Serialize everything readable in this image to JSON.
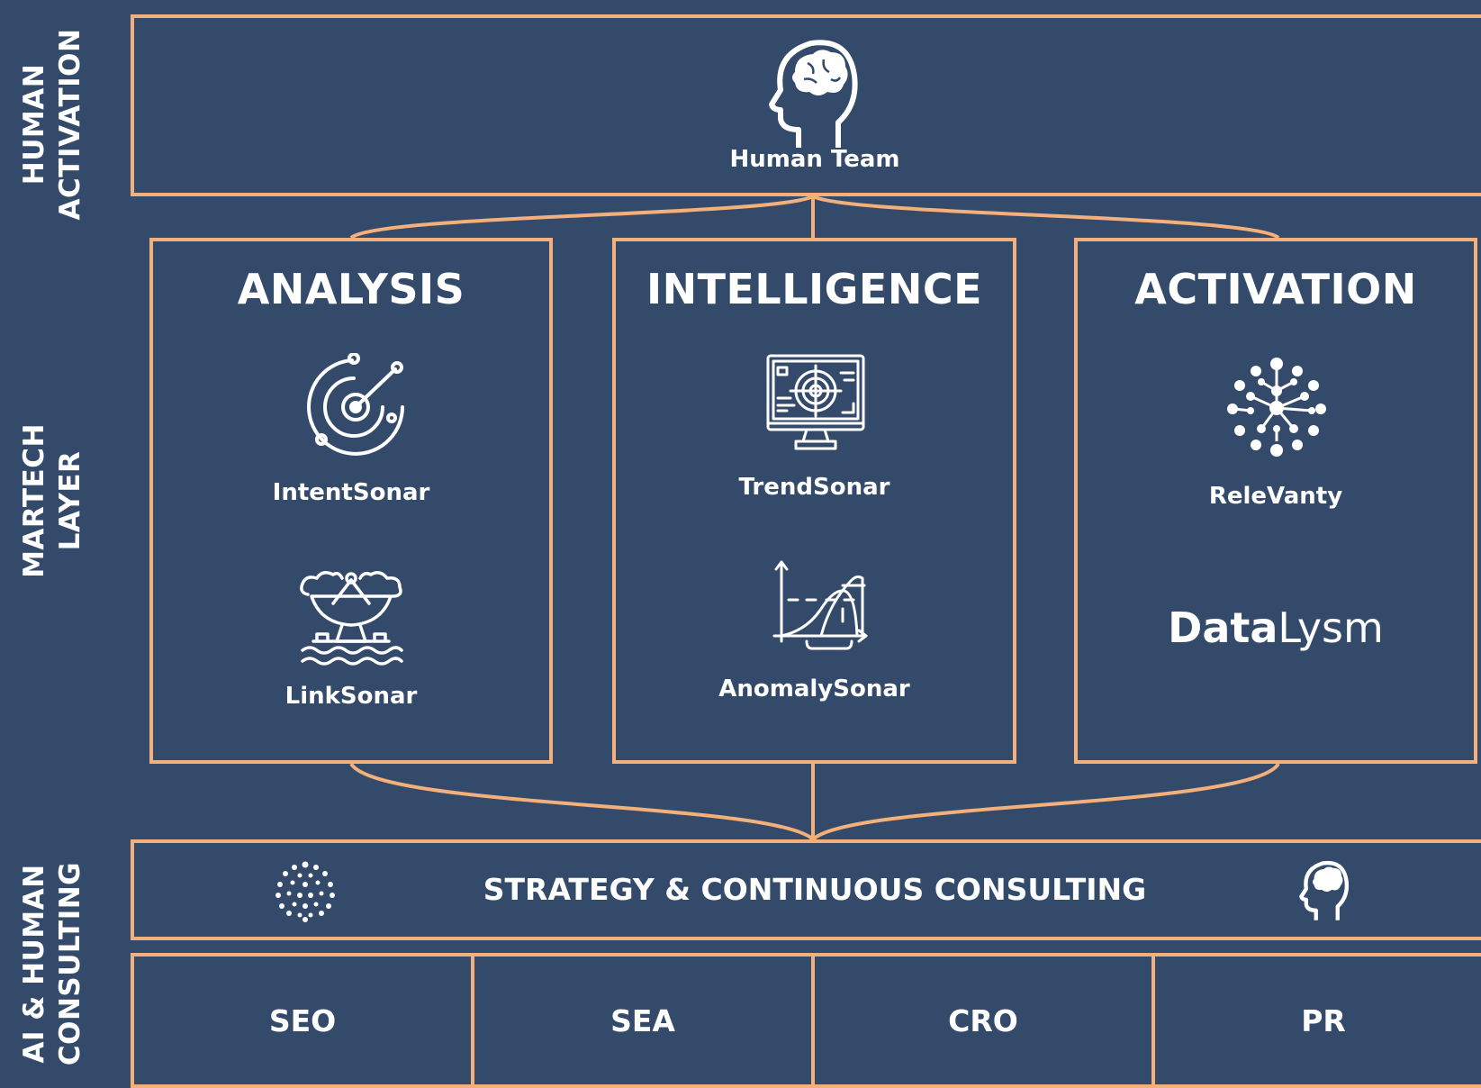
{
  "side_labels": {
    "human_activation": [
      "HUMAN",
      "ACTIVATION"
    ],
    "martech_layer": [
      "MARTECH",
      "LAYER"
    ],
    "ai_human_consulting": [
      "AI & HUMAN",
      "CONSULTING"
    ]
  },
  "human_team": {
    "label": "Human Team",
    "icon": "brain-head-icon"
  },
  "columns": [
    {
      "title": "ANALYSIS",
      "tools": [
        {
          "label": "IntentSonar",
          "icon": "radar-icon"
        },
        {
          "label": "LinkSonar",
          "icon": "satellite-dish-icon"
        }
      ]
    },
    {
      "title": "INTELLIGENCE",
      "tools": [
        {
          "label": "TrendSonar",
          "icon": "monitor-target-icon"
        },
        {
          "label": "AnomalySonar",
          "icon": "bell-curve-chart-icon"
        }
      ]
    },
    {
      "title": "ACTIVATION",
      "tools": [
        {
          "label": "ReleVanty",
          "icon": "network-dots-icon"
        }
      ],
      "logo": {
        "bold": "Data",
        "light": "Lysm"
      }
    }
  ],
  "consulting": {
    "label": "STRATEGY & CONTINUOUS CONSULTING",
    "left_icon": "dot-sphere-icon",
    "right_icon": "brain-head-icon"
  },
  "channels": [
    "SEO",
    "SEA",
    "CRO",
    "PR"
  ],
  "colors": {
    "background": "#344a6a",
    "accent": "#f4b07a",
    "text": "#ffffff"
  }
}
